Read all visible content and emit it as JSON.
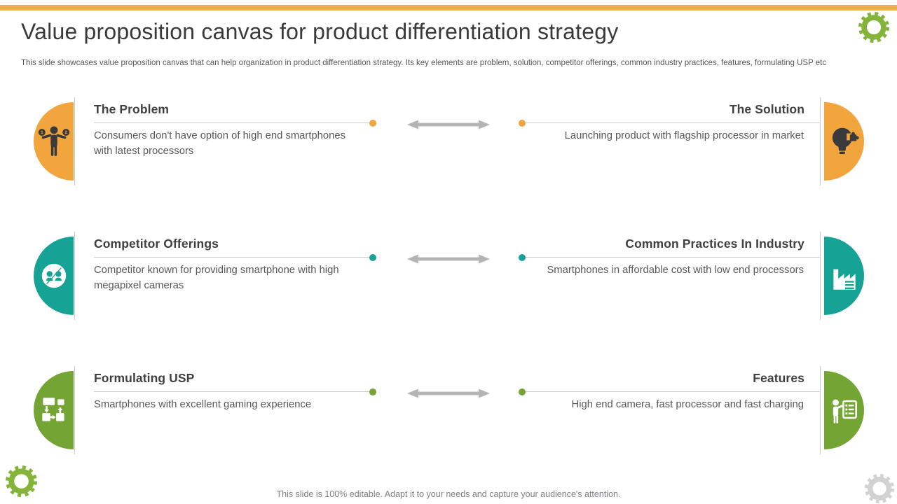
{
  "page": {
    "title": "Value proposition canvas for product differentiation strategy",
    "subtitle": "This slide showcases value proposition canvas that can help organization in product differentiation strategy. Its key elements are problem, solution, competitor offerings, common industry practices, features, formulating USP etc",
    "footer": "This slide is 100% editable. Adapt it to your needs and capture your audience's attention.",
    "top_bar_color": "#edae4c"
  },
  "decor": {
    "gear_green": "#85b43a",
    "gear_gray": "#d2d2d2",
    "arrow_gray": "#b4b4b4",
    "line_gray": "#c9cccb"
  },
  "rows": [
    {
      "accent": "#f2a43d",
      "left": {
        "title": "The Problem",
        "body": "Consumers don't have option of high end smartphones with latest processors",
        "icon": "balance-person-icon"
      },
      "right": {
        "title": "The Solution",
        "body": "Launching product with flagship processor in market",
        "icon": "bulb-puzzle-icon"
      }
    },
    {
      "accent": "#16a295",
      "left": {
        "title": "Competitor Offerings",
        "body": "Competitor known for providing smartphone with high megapixel cameras",
        "icon": "competitor-heads-icon"
      },
      "right": {
        "title": "Common Practices In Industry",
        "body": "Smartphones in affordable cost with low end processors",
        "icon": "factory-icon"
      }
    },
    {
      "accent": "#74a433",
      "left": {
        "title": "Formulating USP",
        "body": "Smartphones with excellent gaming experience",
        "icon": "usp-flowchart-icon"
      },
      "right": {
        "title": "Features",
        "body": "High end camera, fast processor and fast charging",
        "icon": "presenter-board-icon"
      }
    }
  ]
}
